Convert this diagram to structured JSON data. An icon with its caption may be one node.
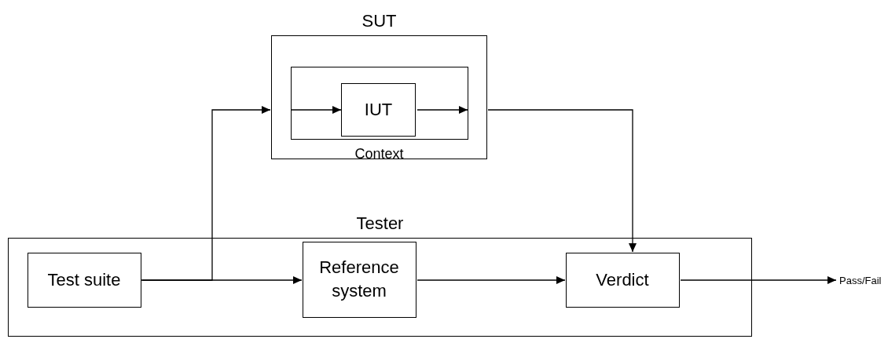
{
  "diagram": {
    "nodes": [
      {
        "text": [
          "SUT"
        ]
      },
      {
        "text": [
          "Context"
        ],
        "in": 0
      },
      {
        "text": [
          "IUT"
        ],
        "in": 1
      },
      {
        "text": [
          "Tester"
        ]
      },
      {
        "text": [
          "Test suite"
        ],
        "in": 3
      },
      {
        "text": [
          "Reference system"
        ],
        "in": 3
      },
      {
        "text": [
          "Verdict"
        ],
        "in": 3
      },
      {
        "text": [
          "Pass/Fail"
        ]
      }
    ],
    "edges": [
      {
        "from": 4,
        "to": 0,
        "arrow": "to"
      },
      {
        "from": 1,
        "to": 2,
        "arrow": "to"
      },
      {
        "from": 2,
        "to": 1,
        "arrow": "to"
      },
      {
        "from": 0,
        "to": 6,
        "arrow": "to"
      },
      {
        "from": 4,
        "to": 5,
        "arrow": "to"
      },
      {
        "from": 5,
        "to": 6,
        "arrow": "to"
      },
      {
        "from": 6,
        "to": 7,
        "arrow": "to"
      }
    ]
  }
}
